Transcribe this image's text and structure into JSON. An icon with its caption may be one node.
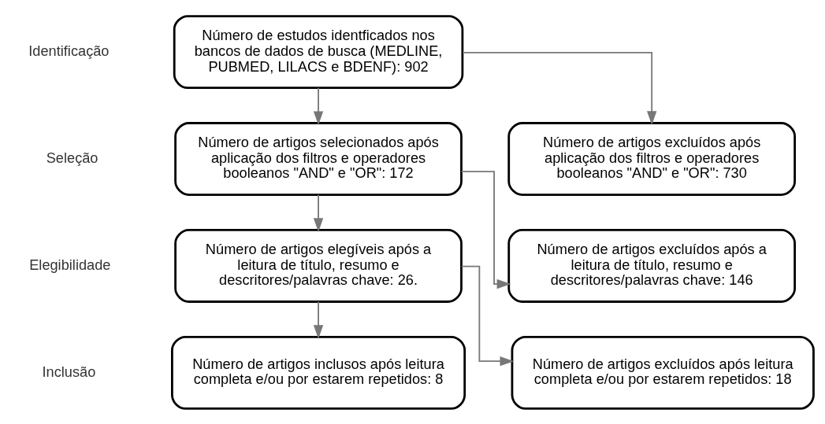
{
  "diagram": {
    "nodes": [
      {
        "text": [
          "Número de estudos identficados nos bancos de dados de busca (MEDLINE, PUBMED, LILACS e BDENF): 902"
        ]
      },
      {
        "text": [
          "Número de artigos selecionados após aplicação dos filtros e operadores booleanos \"AND\" e \"OR\": 172"
        ]
      },
      {
        "text": [
          "Número de artigos excluídos após aplicação dos filtros e operadores booleanos \"AND\" e \"OR\": 730"
        ]
      },
      {
        "text": [
          "Número de artigos elegíveis após a leitura de título, resumo e descritores/palavras chave: 26."
        ]
      },
      {
        "text": [
          "Número de artigos excluídos após a leitura de título, resumo e descritores/palavras chave: 146"
        ]
      },
      {
        "text": [
          "Número de artigos inclusos após leitura completa e/ou por estarem repetidos: 8"
        ]
      },
      {
        "text": [
          "Número de artigos excluídos após leitura completa e/ou por estarem repetidos: 18"
        ]
      }
    ],
    "edges": [
      {
        "from": 0,
        "to": 1,
        "arrow": "to"
      },
      {
        "from": 0,
        "to": 2,
        "arrow": "to"
      },
      {
        "from": 1,
        "to": 3,
        "arrow": "to"
      },
      {
        "from": 1,
        "to": 4,
        "arrow": "to"
      },
      {
        "from": 3,
        "to": 5,
        "arrow": "to"
      },
      {
        "from": 3,
        "to": 6,
        "arrow": "to"
      }
    ],
    "labels": [
      "Identificação",
      "Seleção",
      "Elegibilidade",
      "Inclusão"
    ]
  }
}
